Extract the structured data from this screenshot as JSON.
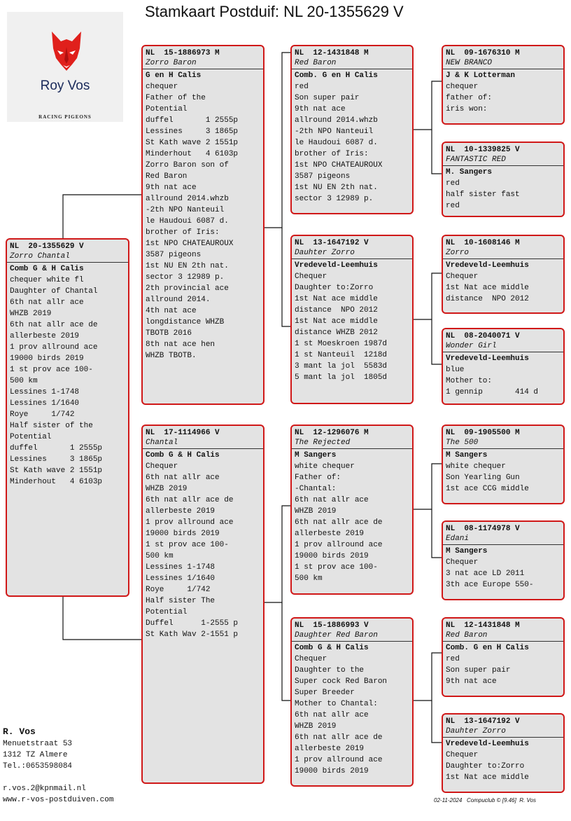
{
  "header": {
    "title": "Stamkaart Postduif: NL  20-1355629 V"
  },
  "logo": {
    "brand": "Roy Vos",
    "sub": "RACING PIGEONS"
  },
  "colors": {
    "border": "#d01818",
    "card_bg": "#e3e3e3",
    "wolf": "#e0201c"
  },
  "cards": [
    {
      "ring": "NL  20-1355629 V",
      "name": "Zorro Chantal",
      "breeder": "Comb G & H Calis",
      "lines": [
        "chequer white fl",
        "Daughter of Chantal",
        "6th nat allr ace",
        "WHZB 2019",
        "6th nat allr ace de",
        "allerbeste 2019",
        "1 prov allround ace",
        "19000 birds 2019",
        "1 st prov ace 100-",
        "500 km",
        "Lessines 1-1748",
        "Lessines 1/1640",
        "Roye     1/742",
        "Half sister of the",
        "Potential",
        "duffel       1 2555p",
        "Lessines     3 1865p",
        "St Kath wave 2 1551p",
        "Minderhout   4 6103p"
      ]
    },
    {
      "ring": "NL  15-1886973 M",
      "name": "Zorro Baron",
      "breeder": "G en H Calis",
      "lines": [
        "chequer",
        "Father of the",
        "Potential",
        "duffel       1 2555p",
        "Lessines     3 1865p",
        "St Kath wave 2 1551p",
        "Minderhout   4 6103p",
        "Zorro Baron son of",
        "Red Baron",
        "9th nat ace",
        "allround 2014.whzb",
        "-2th NPO Nanteuil",
        "le Haudoui 6087 d.",
        "brother of Iris:",
        "1st NPO CHATEAUROUX",
        "3587 pigeons",
        "1st NU EN 2th nat.",
        "sector 3 12989 p.",
        "2th provincial ace",
        "allround 2014.",
        "4th nat ace",
        "longdistance WHZB",
        "TBOTB 2016",
        "8th nat ace hen",
        "WHZB TBOTB."
      ]
    },
    {
      "ring": "NL  17-1114966 V",
      "name": "Chantal",
      "breeder": "Comb G & H Calis",
      "lines": [
        "Chequer",
        "6th nat allr ace",
        "WHZB 2019",
        "6th nat allr ace de",
        "allerbeste 2019",
        "1 prov allround ace",
        "19000 birds 2019",
        "1 st prov ace 100-",
        "500 km",
        "Lessines 1-1748",
        "Lessines 1/1640",
        "Roye     1/742",
        "Half sister The",
        "Potential",
        "Duffel      1-2555 p",
        "St Kath Wav 2-1551 p"
      ]
    },
    {
      "ring": "NL  12-1431848 M",
      "name": "Red Baron",
      "breeder": "Comb. G en H Calis",
      "lines": [
        "red",
        "Son super pair",
        "9th nat ace",
        "allround 2014.whzb",
        "-2th NPO Nanteuil",
        "le Haudoui 6087 d.",
        "brother of Iris:",
        "1st NPO CHATEAUROUX",
        "3587 pigeons",
        "1st NU EN 2th nat.",
        "sector 3 12989 p."
      ]
    },
    {
      "ring": "NL  13-1647192 V",
      "name": "Dauhter Zorro",
      "breeder": "Vredeveld-Leemhuis",
      "lines": [
        "Chequer",
        "Daughter to:Zorro",
        "1st Nat ace middle",
        "distance  NPO 2012",
        "1st Nat ace middle",
        "distance WHZB 2012",
        "1 st Moeskroen 1987d",
        "1 st Nanteuil  1218d",
        "3 mant la jol  5583d",
        "5 mant la jol  1805d"
      ]
    },
    {
      "ring": "NL  12-1296076 M",
      "name": "The Rejected",
      "breeder": "M Sangers",
      "lines": [
        "white chequer",
        "Father of:",
        "-Chantal:",
        "6th nat allr ace",
        "WHZB 2019",
        "6th nat allr ace de",
        "allerbeste 2019",
        "1 prov allround ace",
        "19000 birds 2019",
        "1 st prov ace 100-",
        "500 km"
      ]
    },
    {
      "ring": "NL  15-1886993 V",
      "name": "Daughter Red Baron",
      "breeder": "Comb G & H Calis",
      "lines": [
        "Chequer",
        "Daughter to the",
        "Super cock Red Baron",
        "Super Breeder",
        "Mother to Chantal:",
        "6th nat allr ace",
        "WHZB 2019",
        "6th nat allr ace de",
        "allerbeste 2019",
        "1 prov allround ace",
        "19000 birds 2019"
      ]
    },
    {
      "ring": "NL  09-1676310 M",
      "name": "NEW BRANCO",
      "breeder": "J & K Lotterman",
      "lines": [
        "chequer",
        "father of:",
        "iris won:"
      ]
    },
    {
      "ring": "NL  10-1339825 V",
      "name": "FANTASTIC RED",
      "breeder": "M. Sangers",
      "lines": [
        "red",
        "half sister fast",
        "red"
      ]
    },
    {
      "ring": "NL  10-1608146 M",
      "name": "Zorro",
      "breeder": "Vredeveld-Leemhuis",
      "lines": [
        "Chequer",
        "1st Nat ace middle",
        "distance  NPO 2012"
      ]
    },
    {
      "ring": "NL  08-2040071 V",
      "name": "Wonder Girl",
      "breeder": "Vredeveld-Leemhuis",
      "lines": [
        "blue",
        "Mother to:",
        "1 gennip       414 d"
      ]
    },
    {
      "ring": "NL  09-1905500 M",
      "name": "The 500",
      "breeder": "M Sangers",
      "lines": [
        "white chequer",
        "Son Yearling Gun",
        "1st ace CCG middle"
      ]
    },
    {
      "ring": "NL  08-1174978 V",
      "name": "Edani",
      "breeder": "M Sangers",
      "lines": [
        "Chequer",
        "3 nat ace LD 2011",
        "3th ace Europe 550-"
      ]
    },
    {
      "ring": "NL  12-1431848 M",
      "name": "Red Baron",
      "breeder": "Comb. G en H Calis",
      "lines": [
        "red",
        "Son super pair",
        "9th nat ace"
      ]
    },
    {
      "ring": "NL  13-1647192 V",
      "name": "Dauhter Zorro",
      "breeder": "Vredeveld-Leemhuis",
      "lines": [
        "Chequer",
        "Daughter to:Zorro",
        "1st Nat ace middle"
      ]
    }
  ],
  "owner": {
    "name": "R. Vos",
    "street": "Menuetstraat 53",
    "city": "1312 TZ  Almere",
    "tel": "Tel.:0653598084",
    "email": "r.vos.2@kpnmail.nl",
    "web": "www.r-vos-postduiven.com"
  },
  "printed": "02-11-2024   Compuclub © [9.46]  R. Vos"
}
